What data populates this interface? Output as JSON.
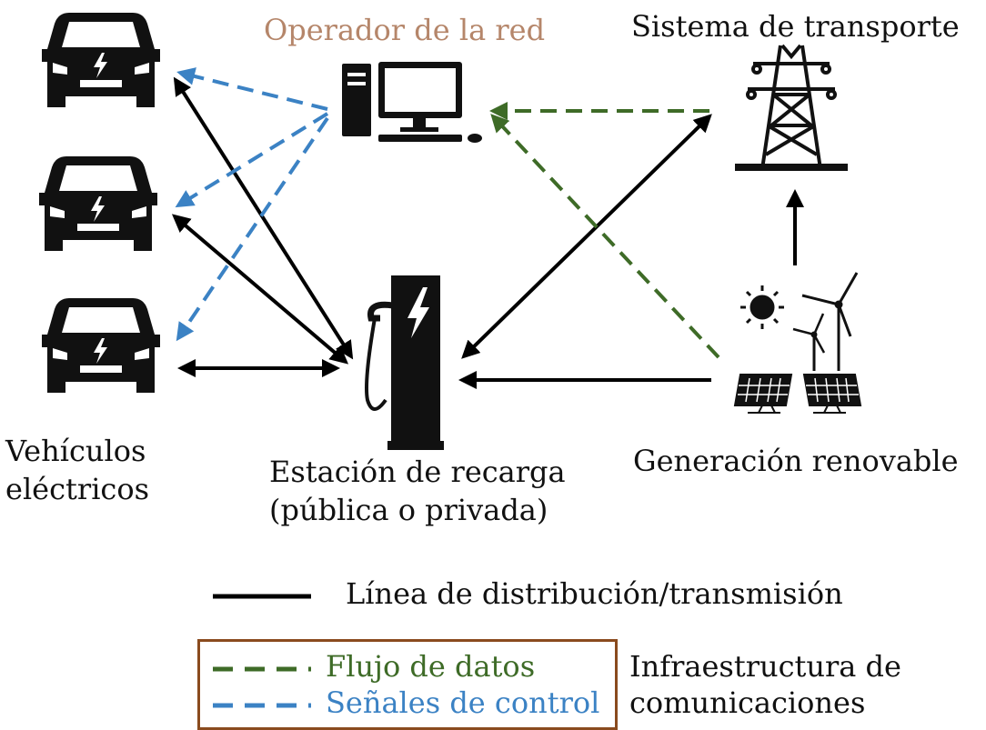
{
  "nodes": {
    "grid_operator": {
      "label": "Operador de la red",
      "icon": "computer-icon"
    },
    "transport_system": {
      "label": "Sistema de transporte",
      "icon": "transmission-tower-icon"
    },
    "electric_vehicles": {
      "label_line1": "Vehículos",
      "label_line2": "eléctricos",
      "icon": "electric-car-icon"
    },
    "charging_station": {
      "label_line1": "Estación de recarga",
      "label_line2": "(pública o privada)",
      "icon": "charging-station-icon"
    },
    "renewable_generation": {
      "label": "Generación renovable",
      "icons": [
        "sun-icon",
        "wind-turbine-icon",
        "solar-panel-icon"
      ]
    }
  },
  "legend": {
    "distribution_line": "Línea de distribución/transmisión",
    "data_flow": "Flujo de datos",
    "control_signals": "Señales de control",
    "comm_infra_line1": "Infraestructura de",
    "comm_infra_line2": "comunicaciones"
  },
  "colors": {
    "power_line": "#000000",
    "data_flow": "#3e6b27",
    "control_signals": "#3b82c4",
    "operator_label": "#b5866a",
    "legend_border": "#8a4b1e"
  }
}
